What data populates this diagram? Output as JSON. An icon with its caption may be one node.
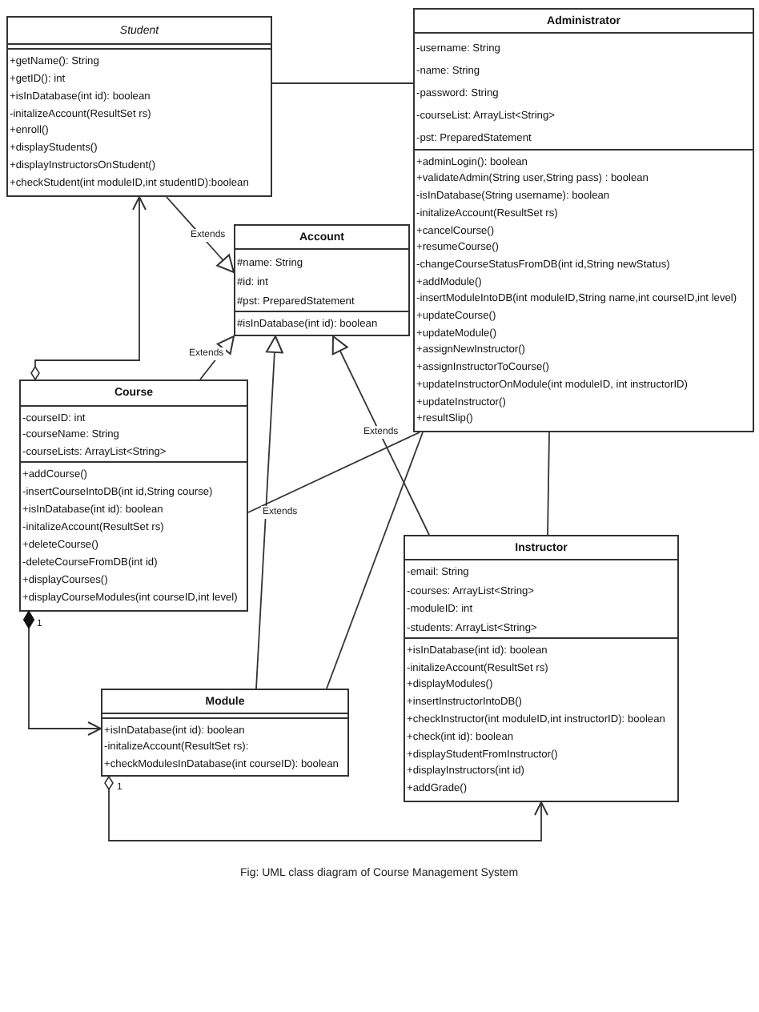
{
  "diagram": {
    "caption": "Fig: UML class diagram of Course Management System",
    "nodes": [
      {
        "text": [
          "Student",
          "+getName(): String",
          "+getID(): int",
          "+isInDatabase(int id): boolean",
          "-initalizeAccount(ResultSet rs)",
          "+enroll()",
          "+displayStudents()",
          "+displayInstructorsOnStudent()",
          "+checkStudent(int moduleID,int studentID):boolean"
        ]
      },
      {
        "text": [
          "Administrator",
          "-username: String",
          "-name: String",
          "-password: String",
          "-courseList: ArrayList<String>",
          "-pst: PreparedStatement",
          "+adminLogin(): boolean",
          "+validateAdmin(String user,String pass) : boolean",
          "-isInDatabase(String username): boolean",
          "-initalizeAccount(ResultSet rs)",
          "+cancelCourse()",
          "+resumeCourse()",
          "-changeCourseStatusFromDB(int id,String newStatus)",
          "+addModule()",
          "-insertModuleIntoDB(int moduleID,String name,int courseID,int level)",
          "+updateCourse()",
          "+updateModule()",
          "+assignNewInstructor()",
          "+assignInstructorToCourse()",
          "+updateInstructorOnModule(int moduleID, int instructorID)",
          "+updateInstructor()",
          "+resultSlip()"
        ]
      },
      {
        "text": [
          "Account",
          "#name: String",
          "#id: int",
          "#pst: PreparedStatement",
          "#isInDatabase(int id): boolean"
        ]
      },
      {
        "text": [
          "Course",
          "-courseID: int",
          "-courseName: String",
          "-courseLists: ArrayList<String>",
          "+addCourse()",
          "-insertCourseIntoDB(int id,String course)",
          "+isInDatabase(int id): boolean",
          "-initalizeAccount(ResultSet rs)",
          "+deleteCourse()",
          "-deleteCourseFromDB(int id)",
          "+displayCourses()",
          "+displayCourseModules(int courseID,int level)"
        ]
      },
      {
        "text": [
          "Instructor",
          "-email: String",
          "-courses: ArrayList<String>",
          "-moduleID: int",
          "-students: ArrayList<String>",
          "+isInDatabase(int id): boolean",
          "-initalizeAccount(ResultSet rs)",
          "+displayModules()",
          "+insertInstructorIntoDB()",
          "+checkInstructor(int moduleID,int instructorID): boolean",
          "+check(int id): boolean",
          "+displayStudentFromInstructor()",
          "+displayInstructors(int id)",
          "+addGrade()"
        ]
      },
      {
        "text": [
          "Module",
          "+isInDatabase(int id): boolean",
          "-initalizeAccount(ResultSet rs):",
          "+checkModulesInDatabase(int courseID): boolean"
        ]
      }
    ],
    "edges": [
      {
        "from": 0,
        "to": 1,
        "arrow": "none"
      },
      {
        "from": 0,
        "to": 2,
        "arrow": "to",
        "label": "Extends"
      },
      {
        "from": 3,
        "to": 2,
        "arrow": "to",
        "label": "Extends"
      },
      {
        "from": 3,
        "to": 0,
        "arrow": "to"
      },
      {
        "from": 5,
        "to": 2,
        "arrow": "to",
        "label": "Extends"
      },
      {
        "from": 4,
        "to": 2,
        "arrow": "to",
        "label": "Extends"
      },
      {
        "from": 3,
        "to": 1,
        "arrow": "none"
      },
      {
        "from": 1,
        "to": 5,
        "arrow": "none"
      },
      {
        "from": 1,
        "to": 4,
        "arrow": "none"
      },
      {
        "from": 3,
        "to": 5,
        "arrow": "to"
      },
      {
        "from": 5,
        "to": 4,
        "arrow": "to"
      }
    ],
    "labels": [
      "1",
      "1"
    ]
  }
}
